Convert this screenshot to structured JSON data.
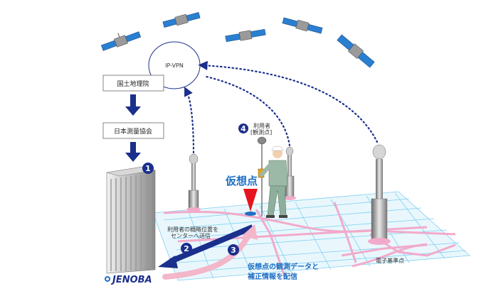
{
  "colors": {
    "navy": "#1b2f8c",
    "blue": "#1e6fc4",
    "grid": "#7fd0ef",
    "road": "#f2aacb",
    "red": "#e5141e",
    "pink_arrow": "#f4b6c9"
  },
  "labels": {
    "ipvpn": "IP-VPN",
    "gsi": "国土地理院",
    "jsa": "日本測量協会",
    "user_line1": "利用者",
    "user_line2": "[観測点]",
    "virtual_point": "仮想点",
    "send_line1": "利用者の概略位置を",
    "send_line2": "センターへ送信",
    "deliver_line1": "仮想点の観測データと",
    "deliver_line2": "補正情報を配信",
    "reference_station": "電子基準点",
    "logo": "JENOBA"
  },
  "badges": [
    "1",
    "2",
    "3",
    "4"
  ],
  "icons": [
    "satellite-icon",
    "gnss-antenna-icon",
    "surveyor-icon",
    "building-icon",
    "jenoba-logo-icon"
  ]
}
